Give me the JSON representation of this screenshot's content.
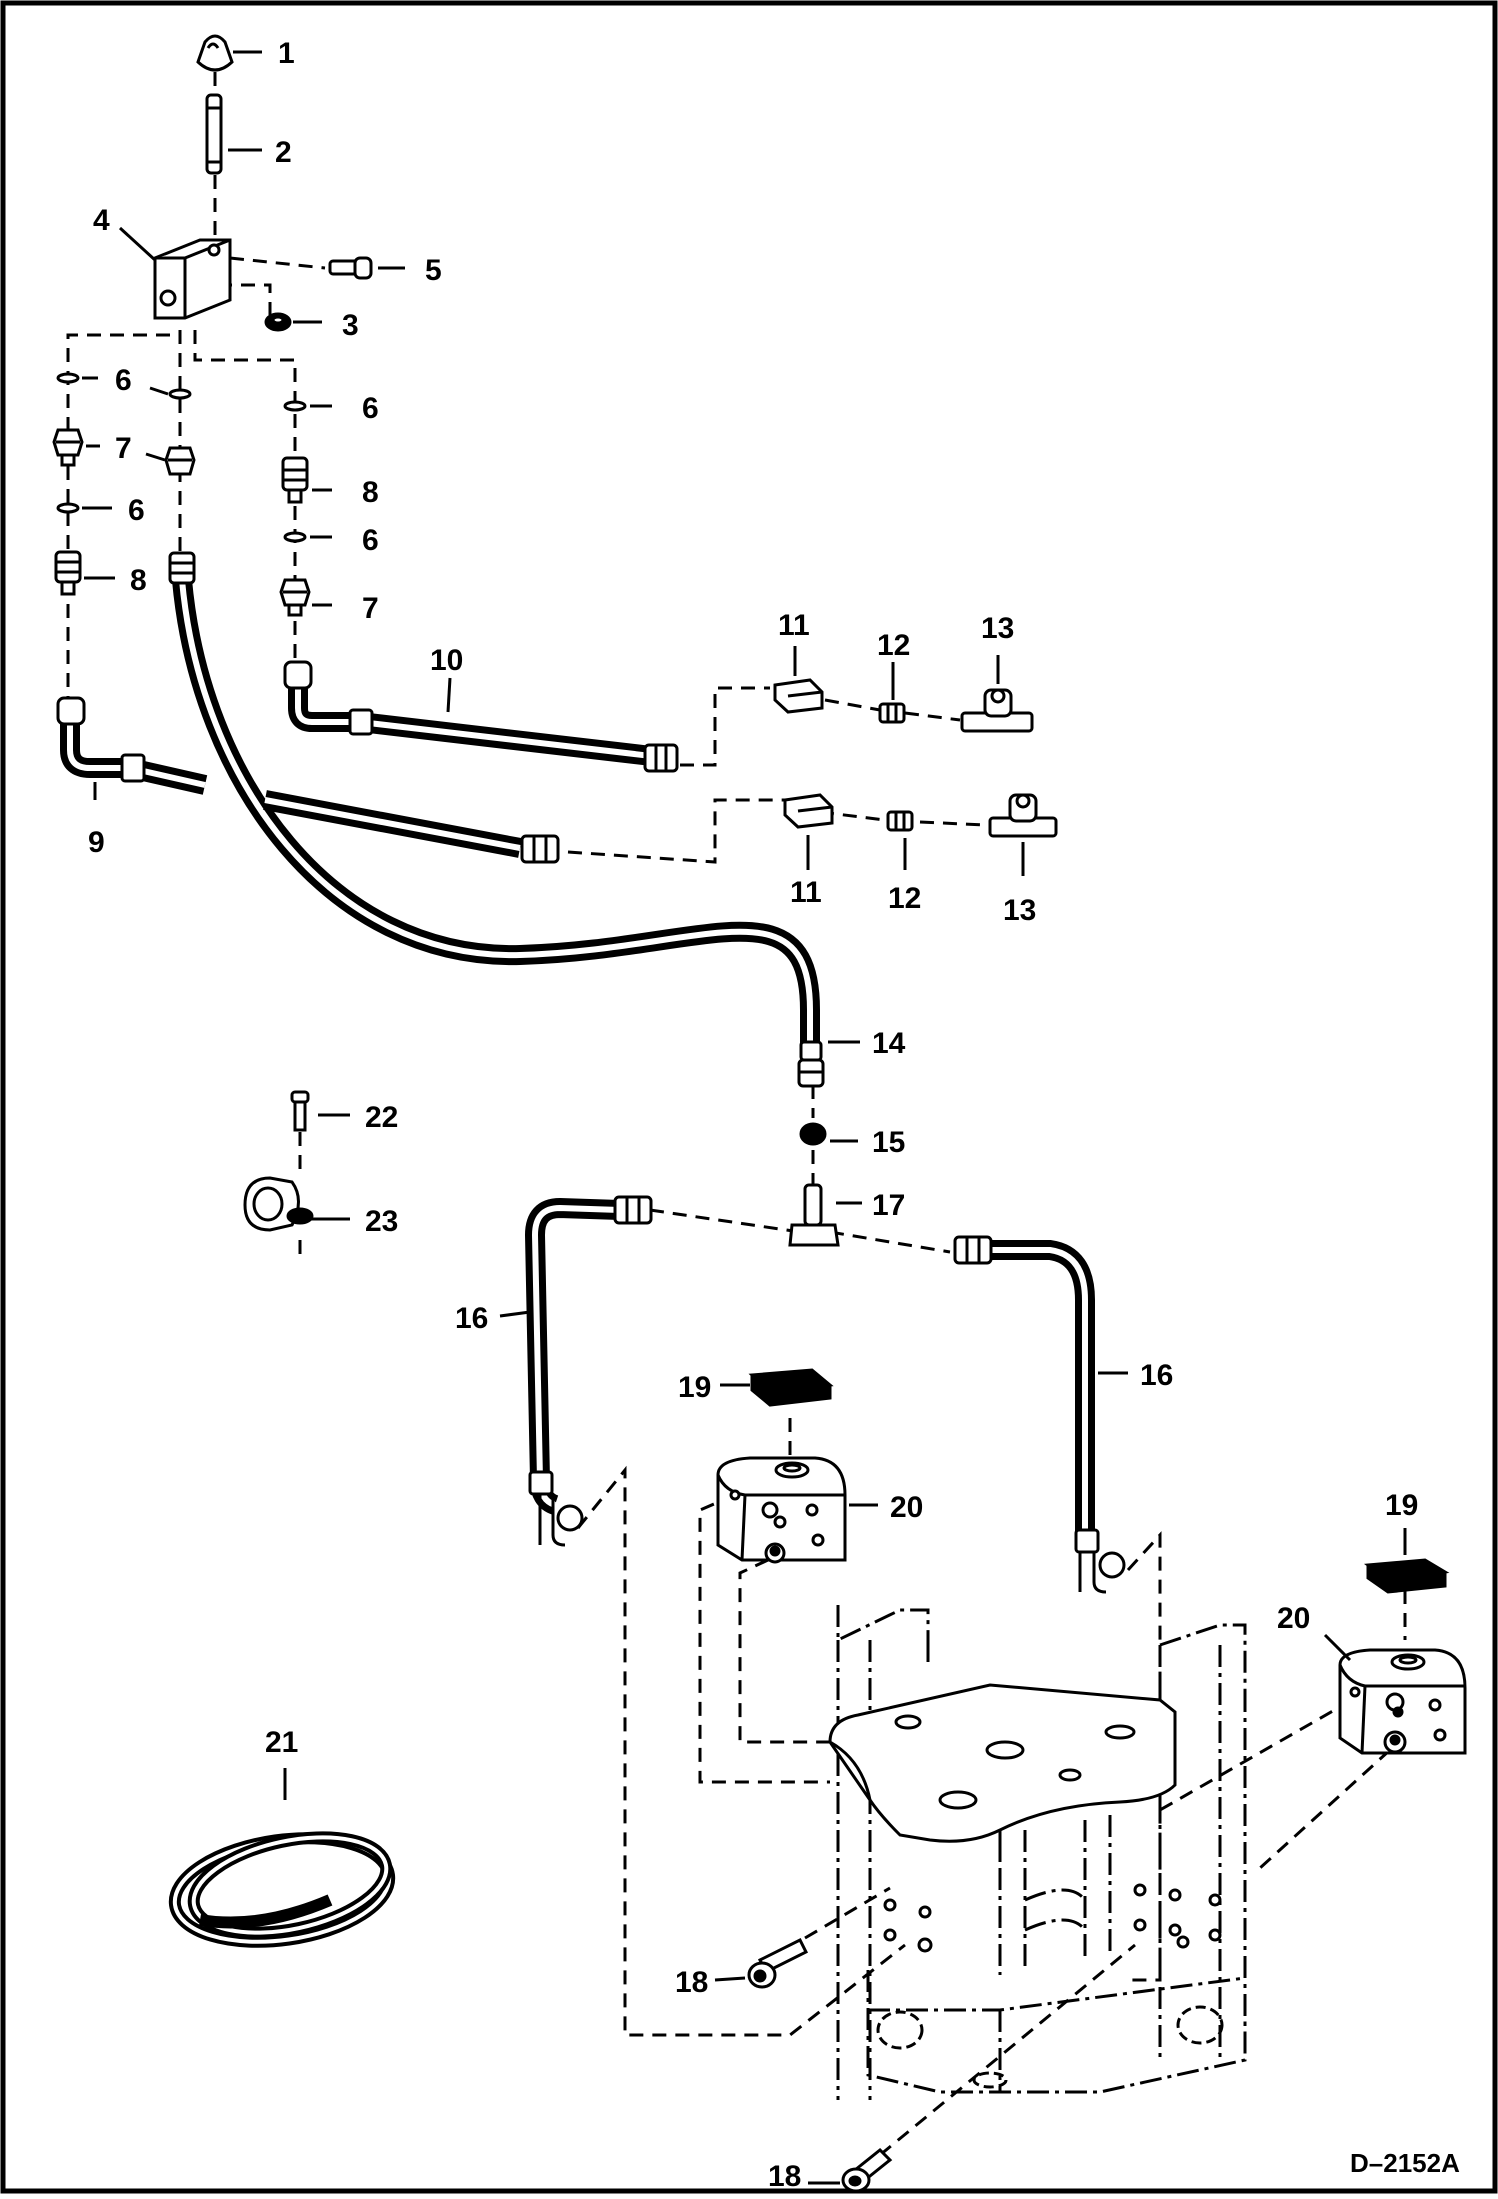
{
  "diagram": {
    "drawing_code": "D–2152A",
    "callouts": [
      {
        "id": "c1",
        "label": "1"
      },
      {
        "id": "c2",
        "label": "2"
      },
      {
        "id": "c3",
        "label": "3"
      },
      {
        "id": "c4",
        "label": "4"
      },
      {
        "id": "c5",
        "label": "5"
      },
      {
        "id": "c6a",
        "label": "6"
      },
      {
        "id": "c6b",
        "label": "6"
      },
      {
        "id": "c6c",
        "label": "6"
      },
      {
        "id": "c6d",
        "label": "6"
      },
      {
        "id": "c7a",
        "label": "7"
      },
      {
        "id": "c7b",
        "label": "7"
      },
      {
        "id": "c8a",
        "label": "8"
      },
      {
        "id": "c8b",
        "label": "8"
      },
      {
        "id": "c9",
        "label": "9"
      },
      {
        "id": "c10",
        "label": "10"
      },
      {
        "id": "c11a",
        "label": "11"
      },
      {
        "id": "c11b",
        "label": "11"
      },
      {
        "id": "c12a",
        "label": "12"
      },
      {
        "id": "c12b",
        "label": "12"
      },
      {
        "id": "c13a",
        "label": "13"
      },
      {
        "id": "c13b",
        "label": "13"
      },
      {
        "id": "c14",
        "label": "14"
      },
      {
        "id": "c15",
        "label": "15"
      },
      {
        "id": "c16a",
        "label": "16"
      },
      {
        "id": "c16b",
        "label": "16"
      },
      {
        "id": "c17",
        "label": "17"
      },
      {
        "id": "c18a",
        "label": "18"
      },
      {
        "id": "c18b",
        "label": "18"
      },
      {
        "id": "c19a",
        "label": "19"
      },
      {
        "id": "c19b",
        "label": "19"
      },
      {
        "id": "c20a",
        "label": "20"
      },
      {
        "id": "c20b",
        "label": "20"
      },
      {
        "id": "c21",
        "label": "21"
      },
      {
        "id": "c22",
        "label": "22"
      },
      {
        "id": "c23",
        "label": "23"
      }
    ]
  }
}
